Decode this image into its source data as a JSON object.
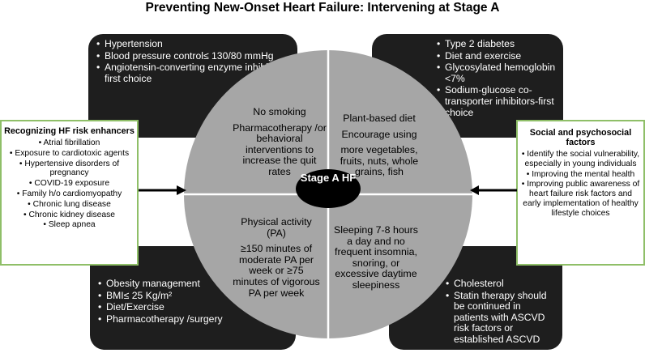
{
  "title": "Preventing New-Onset Heart Failure: Intervening at Stage A",
  "corners": {
    "top_left": [
      "Hypertension",
      "Blood pressure control≤ 130/80 mmHg",
      "Angiotensin-converting enzyme inhibitors-first choice"
    ],
    "top_right": [
      "Type 2 diabetes",
      "Diet and exercise",
      "Glycosylated hemoglobin <7%",
      "Sodium-glucose co-transporter inhibitors-first choice"
    ],
    "bottom_left": [
      "Obesity management",
      "BMI≤ 25 Kg/m²",
      "Diet/Exercise",
      "Pharmacotherapy /surgery"
    ],
    "bottom_right": [
      "Cholesterol",
      "Statin therapy should be continued in patients with ASCVD risk factors or established ASCVD"
    ]
  },
  "quadrants": {
    "top_left": [
      "No smoking",
      "Pharmacotherapy /or behavioral interventions to increase the quit rates"
    ],
    "top_right": [
      "Plant-based diet",
      "Encourage using",
      "more vegetables, fruits, nuts, whole grains, fish"
    ],
    "bottom_left": [
      "Physical activity (PA)",
      "≥150 minutes of moderate PA per week or ≥75 minutes of vigorous PA per week"
    ],
    "bottom_right": [
      "Sleeping 7-8 hours a day and no frequent insomnia, snoring, or excessive daytime sleepiness"
    ]
  },
  "center": "Stage A HF",
  "left_box": {
    "heading": "Recognizing HF risk enhancers",
    "items": [
      "Atrial fibrillation",
      "Exposure to cardiotoxic agents",
      "Hypertensive disorders of pregnancy",
      "COVID-19 exposure",
      "Family h/o cardiomyopathy",
      "Chronic lung disease",
      "Chronic kidney disease",
      "Sleep apnea"
    ]
  },
  "right_box": {
    "heading": "Social and psychosocial factors",
    "items": [
      "Identify the social vulnerability, especially in young individuals",
      "Improving the mental health",
      "Improving public awareness of heart failure risk factors and early implementation of healthy lifestyle choices"
    ]
  },
  "colors": {
    "corner_fill": "#1e1e1e",
    "circle_fill": "#a6a6a6",
    "box_border": "#8fbf68"
  }
}
